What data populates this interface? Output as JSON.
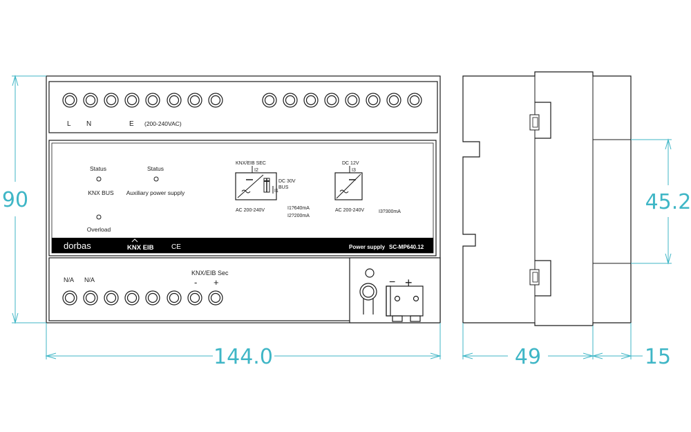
{
  "colors": {
    "outline": "#1a1a1a",
    "dimension": "#3fb6c6",
    "label_bar": "#000000",
    "label_text": "#ffffff"
  },
  "front": {
    "top_labels": {
      "l": "L",
      "n": "N",
      "e": "E",
      "voltage": "(200-240VAC)"
    },
    "status_1": {
      "heading": "Status",
      "label": "KNX BUS"
    },
    "status_2": {
      "heading": "Status",
      "label": "Auxiliary power supply"
    },
    "overload": "Overload",
    "psu_1": {
      "top": "KNX/EIB SEC",
      "i2": "I2",
      "i1": "I1",
      "out_1": "DC 30V",
      "out_2": "BUS",
      "input": "AC 200-240V",
      "rating_1": "I1?640mA",
      "rating_2": "I2?200mA"
    },
    "psu_2": {
      "top": "DC 12V",
      "i3": "I3",
      "input": "AC 200-240V",
      "rating": "I3?300mA"
    },
    "brand_bar": {
      "brand": "dorbas",
      "knx_logo": "KNX EIB",
      "ce": "CE",
      "product": "Power supply",
      "model": "SC-MP640.12"
    },
    "bottom_labels": {
      "na_1": "N/A",
      "na_2": "N/A",
      "sec": "KNX/EIB Sec",
      "minus": "-",
      "plus": "+"
    },
    "connector": {
      "minus": "−",
      "plus": "+"
    }
  },
  "dimensions": {
    "height": "90",
    "width": "144.0",
    "depth": "49",
    "step": "15",
    "front_height": "45.2"
  }
}
